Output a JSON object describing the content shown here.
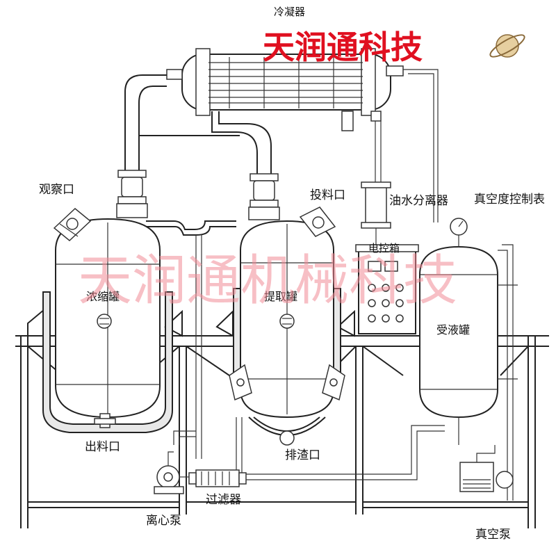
{
  "header": {
    "brand_text": "天润通科技",
    "brand_color": "#e01020",
    "logo_icon": "saturn-planet-icon"
  },
  "watermark": {
    "text": "天润通机械科技",
    "color": "#f08a96"
  },
  "labels": {
    "condenser": "冷凝器",
    "sight_port": "观察口",
    "feed_port": "投料口",
    "oil_water_separator": "油水分离器",
    "vacuum_gauge": "真空度控制表",
    "control_box": "电控箱",
    "concentration_tank": "浓缩罐",
    "extraction_tank": "提取罐",
    "receiving_tank": "受液罐",
    "discharge_port": "出料口",
    "slag_outlet": "排渣口",
    "filter": "过滤器",
    "centrifugal_pump": "离心泵",
    "vacuum_pump": "真空泵"
  }
}
